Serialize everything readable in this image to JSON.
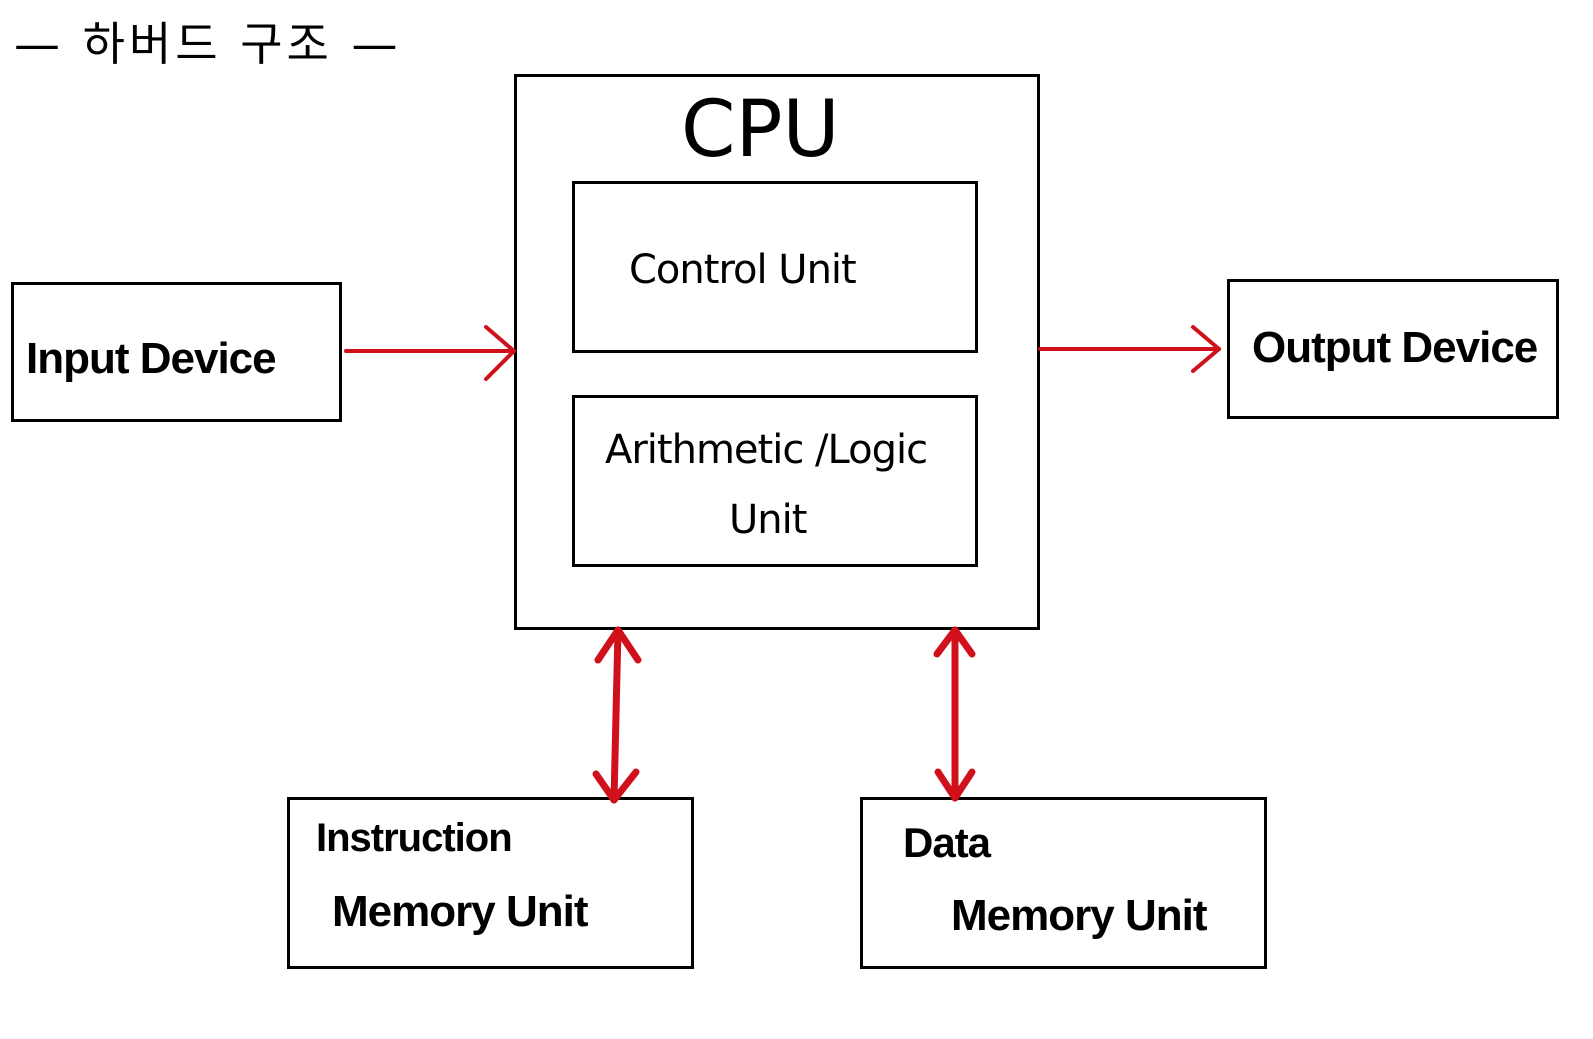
{
  "title": "— 하버드 구조 —",
  "cpu": {
    "label": "CPU",
    "control_unit": "Control  Unit",
    "alu_line1": "Arithmetic /Logic",
    "alu_line2": "Unit"
  },
  "input_device": "Input  Device",
  "output_device": "Output  Device",
  "instruction_memory": {
    "line1": "Instruction",
    "line2": "Memory   Unit"
  },
  "data_memory": {
    "line1": "Data",
    "line2": "Memory   Unit"
  },
  "colors": {
    "arrow": "#d0111b",
    "stroke": "#000000"
  }
}
